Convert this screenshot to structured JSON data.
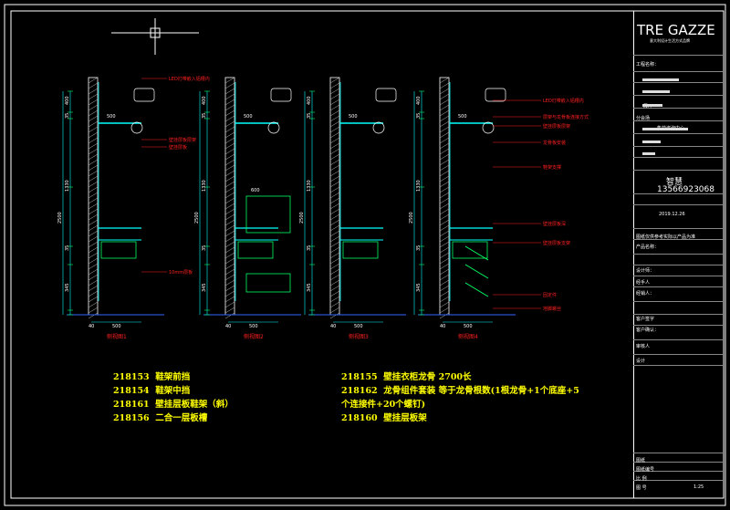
{
  "title_block": {
    "logo": "TRE GAZZE",
    "logo_sub": "意大利设计生活方式品牌",
    "project_label": "工程名称：",
    "area": "展厅",
    "sub_label": "分会场",
    "phone_label": "售前咨询中心",
    "contact": "智慧",
    "phone": "13566923068",
    "date": "2019.12.26",
    "note": "图纸仅供参考实际以产品为准",
    "row_labels": [
      "产品名称：",
      "设计师：",
      "经手人",
      "经销人：",
      "客户签字",
      "客户确认：",
      "审核人",
      "设计"
    ],
    "bottom_labels": [
      "图纸",
      "图纸编号",
      "比 例",
      "图 号"
    ],
    "scale": "1:25"
  },
  "views": [
    {
      "id": "v1",
      "caption": "侧视图1"
    },
    {
      "id": "v2",
      "caption": "侧视图2"
    },
    {
      "id": "v3",
      "caption": "侧视图3"
    },
    {
      "id": "v4",
      "caption": "侧视图4"
    }
  ],
  "dims": {
    "total_height": "2500",
    "upper": "400",
    "gap": "35",
    "mid": "1330",
    "lower_a": "35",
    "lower_b": "345",
    "base_w": "500",
    "side": "40",
    "width_1": "500",
    "width_2": "600"
  },
  "annotations": {
    "v1": [
      "LED灯带嵌入铝槽内",
      "壁挂层板层架",
      "壁挂层板",
      "10mm层板"
    ],
    "v4": [
      "LED灯带嵌入铝槽内",
      "层架与龙骨板连接方式",
      "壁挂层板层架",
      "龙骨板安装",
      "鞋架支撑",
      "壁挂层板深",
      "壁挂层板支架",
      "固定件",
      "地脚螺丝"
    ]
  },
  "legend": {
    "left": [
      {
        "code": "218153",
        "name": "鞋架前挡"
      },
      {
        "code": "218154",
        "name": "鞋架中挡"
      },
      {
        "code": "218161",
        "name": "壁挂层板鞋架（斜）"
      },
      {
        "code": "218156",
        "name": "二合一层板槽"
      }
    ],
    "right": [
      {
        "code": "218155",
        "name": "壁挂衣柜龙骨 2700长"
      },
      {
        "code": "218162",
        "name": "龙骨组件套装 等于龙骨根数(1根龙骨+1个底座+5"
      },
      {
        "code": "",
        "name": "个连接件+20个螺钉)"
      },
      {
        "code": "218160",
        "name": "壁挂层板架"
      }
    ]
  },
  "colors": {
    "bg": "#000000",
    "line": "#ffffff",
    "cyan": "#00ffff",
    "green": "#00ff66",
    "red": "#ff2020",
    "yellow": "#ffff00",
    "blue": "#3366ff"
  }
}
